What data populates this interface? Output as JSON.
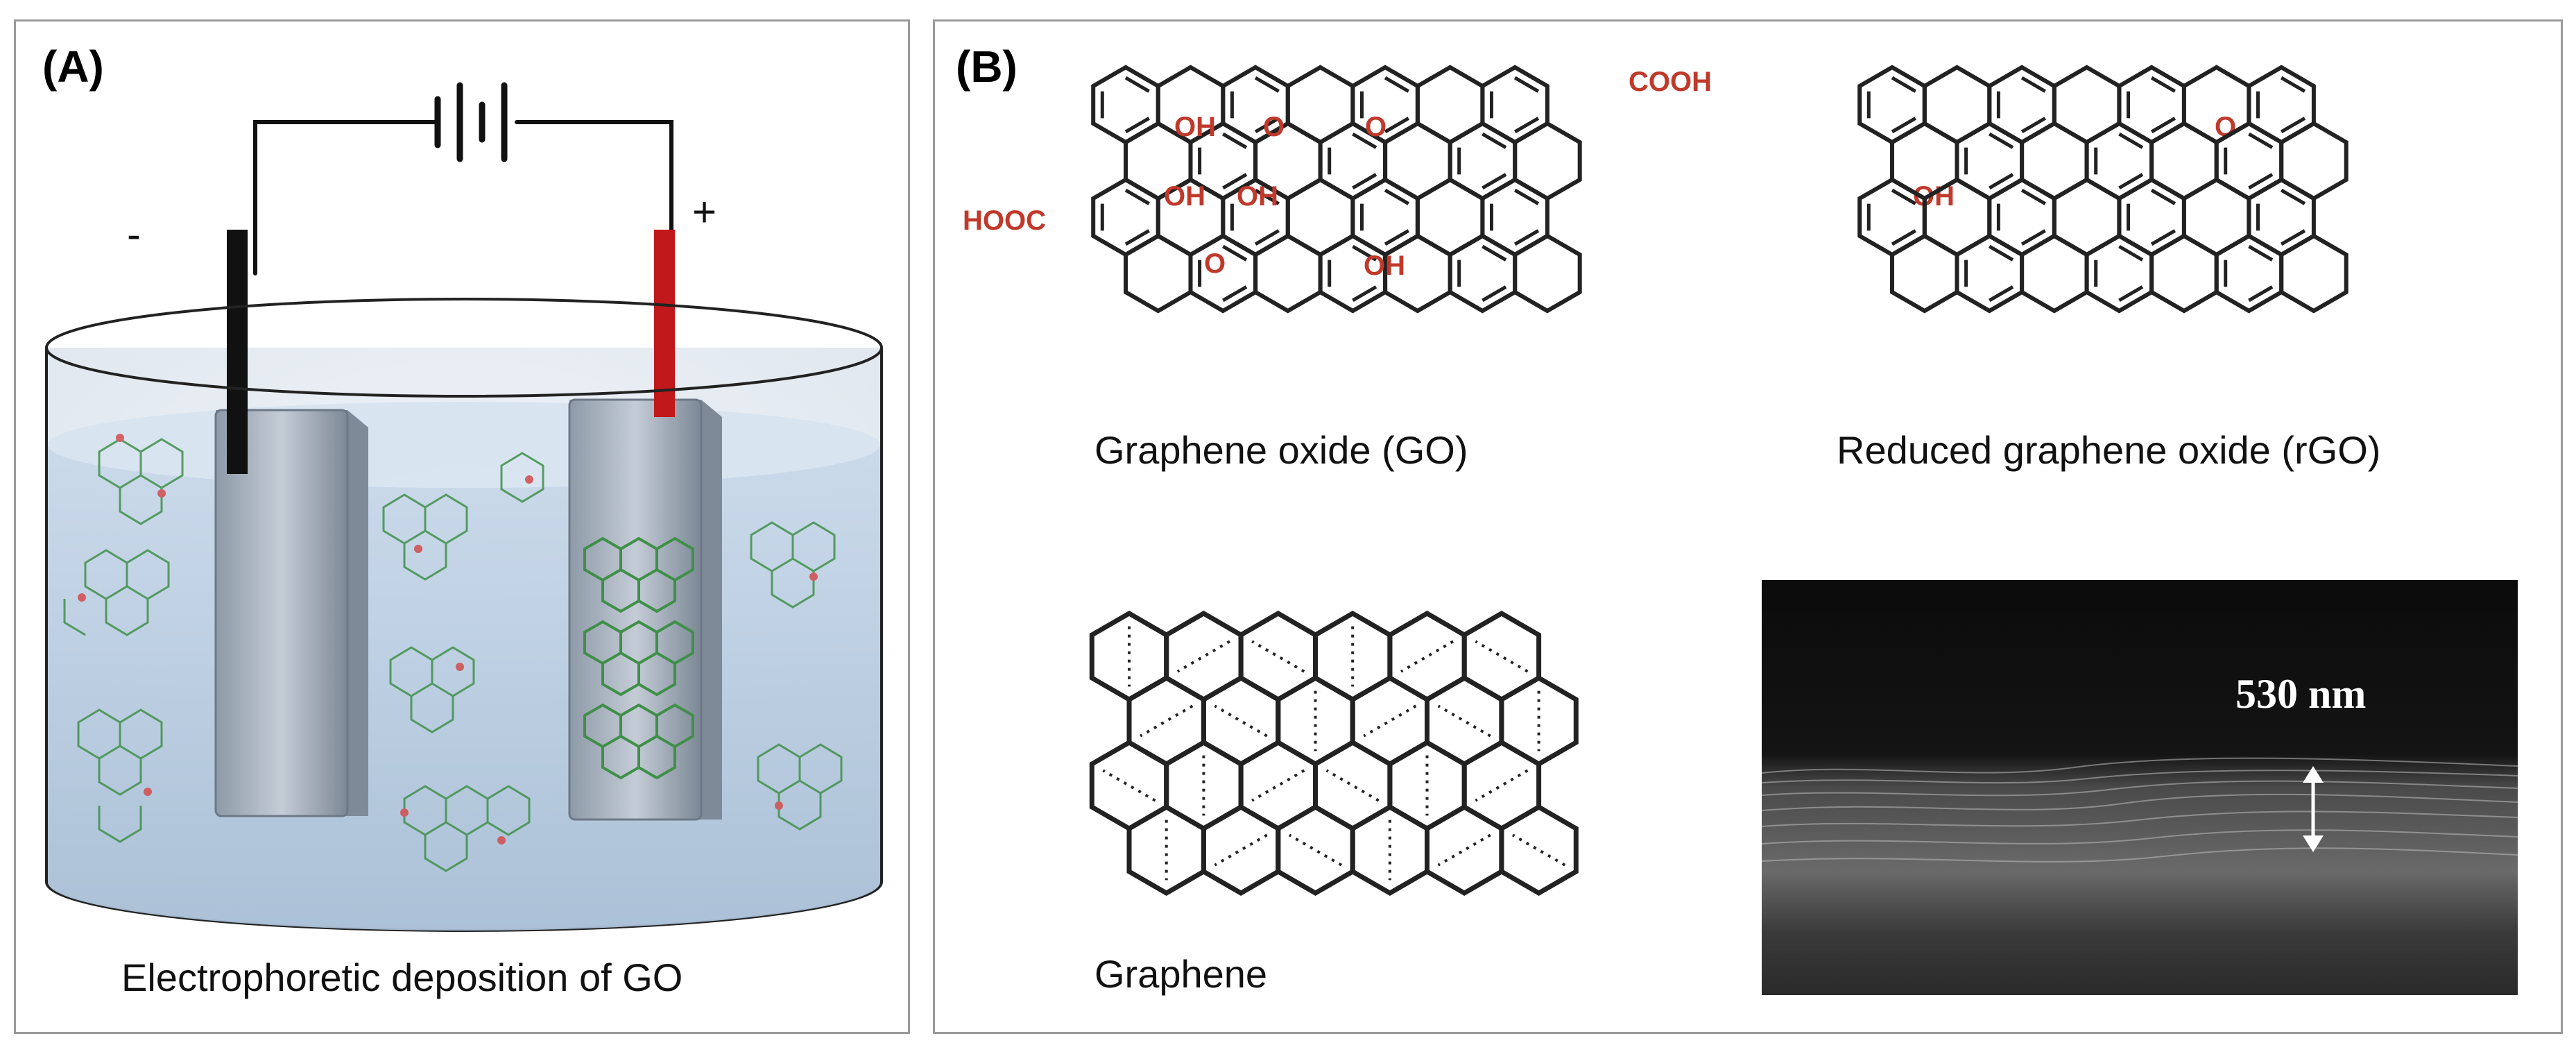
{
  "panel_a": {
    "label": "(A)",
    "caption": "Electrophoretic deposition of GO",
    "negative_sign": "-",
    "positive_sign": "+",
    "colors": {
      "liquid": "#b9cde0",
      "electrode": "#a8b3bf",
      "anode_lead": "#c0181b",
      "cathode_lead": "#111111",
      "molecule": "#55a855"
    }
  },
  "panel_b": {
    "label": "(B)",
    "go": {
      "caption": "Graphene oxide (GO)",
      "groups": {
        "cooh": "COOH",
        "hooc": "HOOC",
        "oh": "OH",
        "o": "O"
      }
    },
    "rgo": {
      "caption": "Reduced graphene oxide (rGO)",
      "groups": {
        "oh": "OH",
        "o": "O"
      }
    },
    "graphene": {
      "caption": "Graphene"
    },
    "sem": {
      "thickness_label": "530 nm"
    },
    "colors": {
      "functional_group": "#c0392b",
      "bond": "#222222"
    }
  }
}
